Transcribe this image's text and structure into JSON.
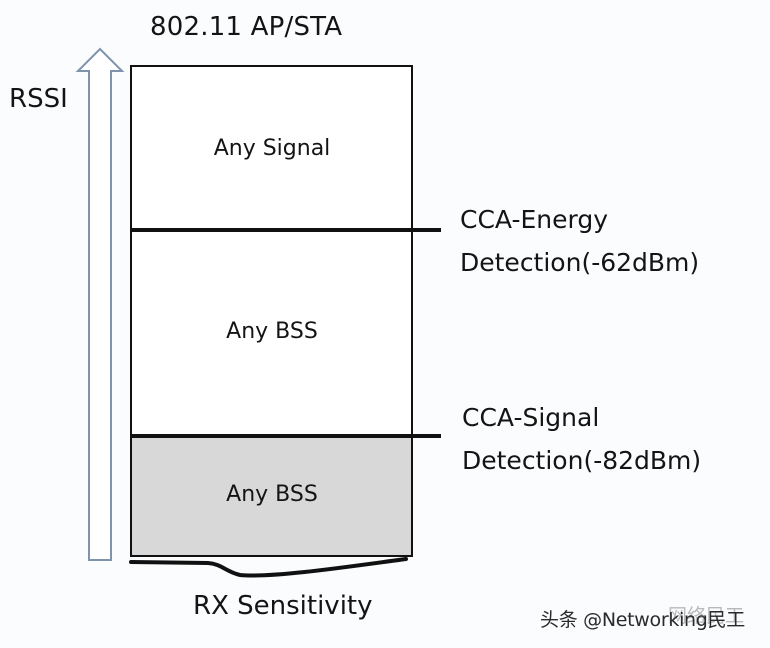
{
  "title": "802.11 AP/STA",
  "axis": {
    "label": "RSSI",
    "direction": "up",
    "arrow_outline_color": "#7f93ad"
  },
  "regions": [
    {
      "label": "Any Signal",
      "fill": "#ffffff"
    },
    {
      "label": "Any BSS",
      "fill": "#ffffff"
    },
    {
      "label": "Any BSS",
      "fill": "#d8d8d8"
    }
  ],
  "thresholds": [
    {
      "line1": "CCA-Energy",
      "line2": "Detection(-62dBm)",
      "dbm": -62
    },
    {
      "line1": "CCA-Signal",
      "line2": "Detection(-82dBm)",
      "dbm": -82
    }
  ],
  "bottom_label": "RX Sensitivity",
  "watermark": {
    "text": "头条 @Networking民工",
    "ghost_text": "网络民工"
  },
  "colors": {
    "background": "#fafcfd",
    "line": "#111111",
    "shaded_region": "#d8d8d8"
  }
}
